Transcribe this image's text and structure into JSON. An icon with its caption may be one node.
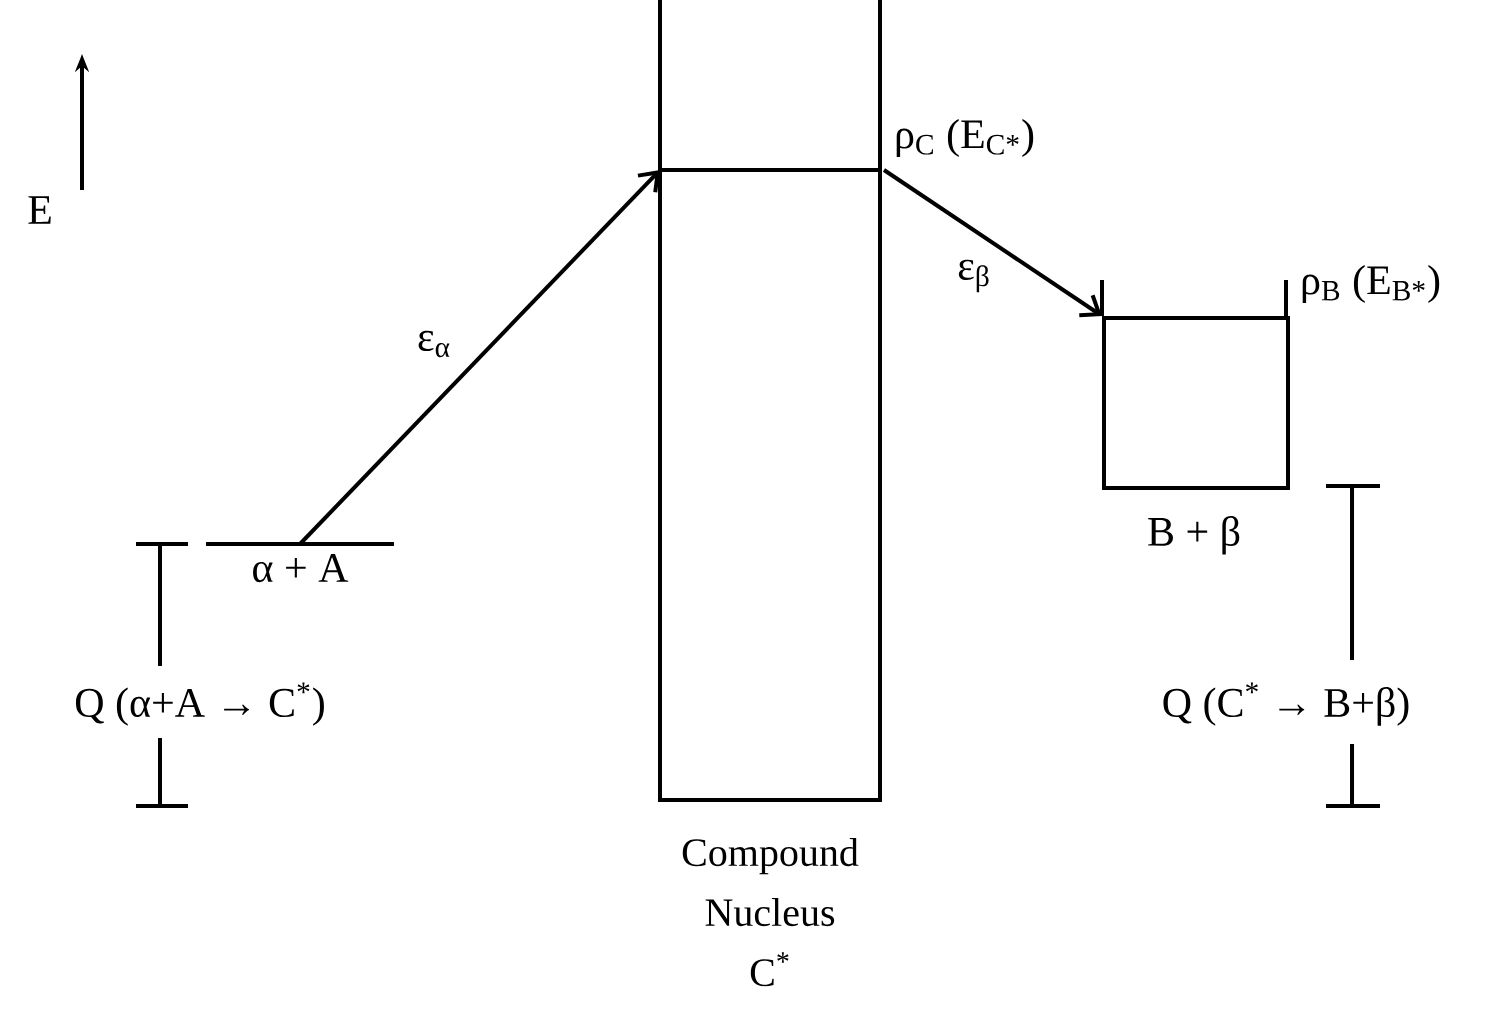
{
  "diagram": {
    "nodes": [
      {
        "text": [
          "α + A"
        ]
      },
      {
        "text": [
          "Compound Nucleus C$^{*}$"
        ],
        "beside": [
          "ρ$_{C}$ (E$_{C*}$)"
        ]
      },
      {
        "text": [
          "B + β"
        ],
        "beside": [
          "ρ$_{B}$ (E$_{B*}$)"
        ]
      }
    ],
    "edges": [
      {
        "from": 0,
        "to": 1,
        "arrow": "to",
        "label": "ε$_{α}$"
      },
      {
        "from": 1,
        "to": 2,
        "arrow": "to",
        "label": "ε$_{β}$"
      }
    ],
    "labels": [
      "E",
      "Q (α+A → C$^{*}$)",
      "Q (C$^{*}$ → B+β)"
    ]
  }
}
